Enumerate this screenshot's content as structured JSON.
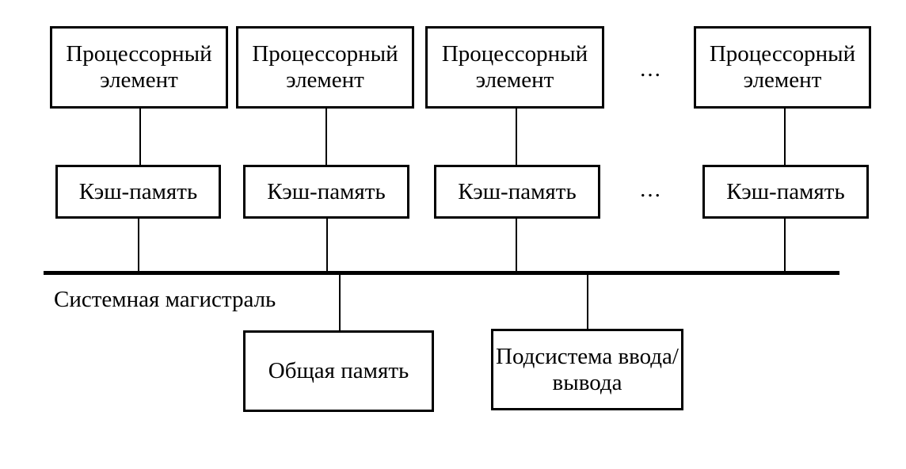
{
  "diagram": {
    "processor_row": {
      "boxes": [
        {
          "label": "Процессорный элемент"
        },
        {
          "label": "Процессорный элемент"
        },
        {
          "label": "Процессорный элемент"
        },
        {
          "label": "Процессорный элемент"
        }
      ],
      "ellipsis": "..."
    },
    "cache_row": {
      "boxes": [
        {
          "label": "Кэш-память"
        },
        {
          "label": "Кэш-память"
        },
        {
          "label": "Кэш-память"
        },
        {
          "label": "Кэш-память"
        }
      ],
      "ellipsis": "..."
    },
    "bus": {
      "label": "Системная магистраль"
    },
    "bottom_row": {
      "shared_memory": {
        "label": "Общая память"
      },
      "io_subsystem": {
        "label": "Подсистема ввода/вывода"
      }
    },
    "colors": {
      "background": "#ffffff",
      "line": "#000000",
      "text": "#000000"
    }
  }
}
